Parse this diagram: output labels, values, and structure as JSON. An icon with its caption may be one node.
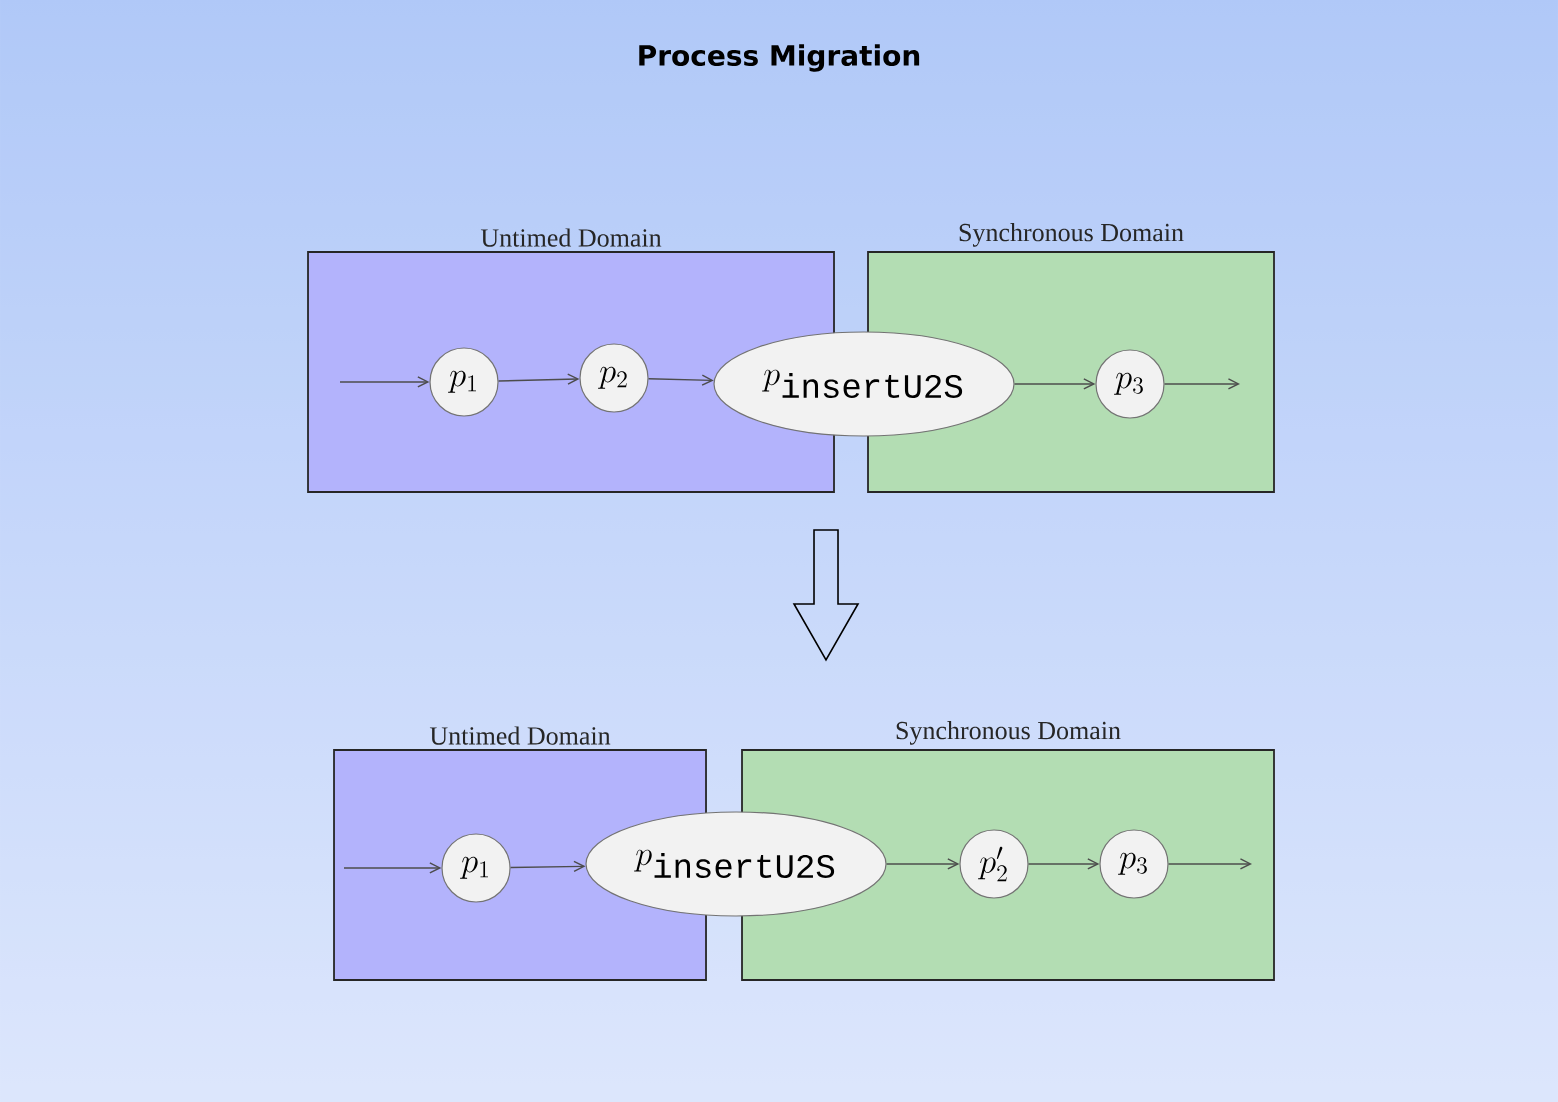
{
  "diagram": {
    "title": "Process Migration",
    "nodes": [
      {
        "text": [
          "Untimed Domain"
        ]
      },
      {
        "text": [
          "Synchronous Domain"
        ]
      },
      {
        "text": [
          "p_1"
        ],
        "in": 0
      },
      {
        "text": [
          "p_2"
        ],
        "in": 0
      },
      {
        "text": [
          "p_{\\texttt{insertU2S}}"
        ]
      },
      {
        "text": [
          "p_3"
        ],
        "in": 1
      },
      {
        "text": [
          "Untimed Domain"
        ]
      },
      {
        "text": [
          "Synchronous Domain"
        ]
      },
      {
        "text": [
          "p_1"
        ],
        "in": 6
      },
      {
        "text": [
          "p_{\\texttt{insertU2S}}"
        ]
      },
      {
        "text": [
          "p_2'"
        ],
        "in": 7
      },
      {
        "text": [
          "p_3"
        ],
        "in": 7
      }
    ],
    "edges": [
      {
        "from": null,
        "to": 2,
        "arrow": "to"
      },
      {
        "from": 2,
        "to": 3,
        "arrow": "to"
      },
      {
        "from": 3,
        "to": 4,
        "arrow": "to"
      },
      {
        "from": 4,
        "to": 5,
        "arrow": "to"
      },
      {
        "from": 5,
        "to": null,
        "arrow": "to"
      },
      {
        "from": null,
        "to": 8,
        "arrow": "to"
      },
      {
        "from": 8,
        "to": 9,
        "arrow": "to"
      },
      {
        "from": 9,
        "to": 10,
        "arrow": "to"
      },
      {
        "from": 10,
        "to": 11,
        "arrow": "to"
      },
      {
        "from": 11,
        "to": null,
        "arrow": "to"
      }
    ]
  }
}
